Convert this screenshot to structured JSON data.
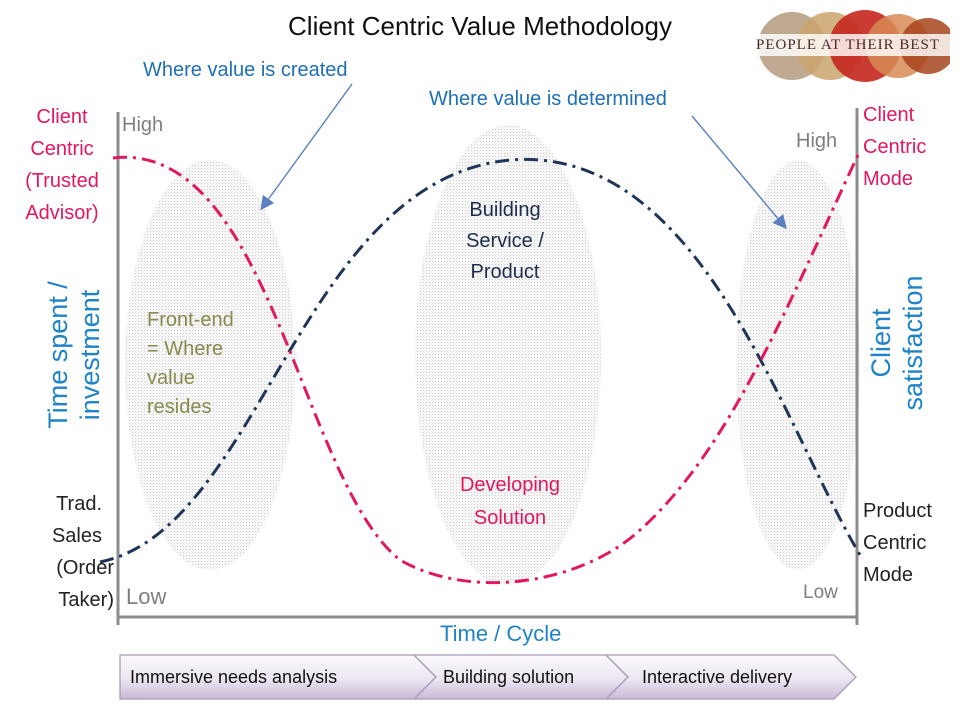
{
  "title": "Client Centric Value Methodology",
  "logo": {
    "text": "PEOPLE AT THEIR BEST",
    "colors": [
      "#b49a7c",
      "#caa56d",
      "#c4271d",
      "#d78a56",
      "#a7451d"
    ]
  },
  "callouts": {
    "created": "Where value is created",
    "determined": "Where value is determined"
  },
  "left_top": [
    "Client",
    "Centric",
    "(Trusted",
    "Advisor)"
  ],
  "left_bottom": [
    "Trad.",
    "Sales",
    "(Order",
    "Taker)"
  ],
  "right_top": [
    "Client",
    "Centric",
    "Mode"
  ],
  "right_bottom": [
    "Product",
    "Centric",
    "Mode"
  ],
  "axis": {
    "left_high": "High",
    "left_low": "Low",
    "right_high": "High",
    "right_low": "Low",
    "y_left_line1": "Time spent /",
    "y_left_line2": "investment",
    "y_right_line1": "Client",
    "y_right_line2": "satisfaction",
    "x": "Time / Cycle"
  },
  "regions": {
    "front_end": [
      "Front-end",
      "= Where",
      "value",
      "resides"
    ],
    "building": [
      "Building",
      "Service /",
      "Product"
    ],
    "developing": [
      "Developing",
      "Solution"
    ]
  },
  "phases": [
    "Immersive needs analysis",
    "Building solution",
    "Interactive delivery"
  ],
  "colors": {
    "accent_blue": "#1f6fb5",
    "axis_title_blue": "#1f83c8",
    "pink": "#e2175f",
    "navy": "#1f2d4d",
    "olive": "#8a8a4e"
  }
}
